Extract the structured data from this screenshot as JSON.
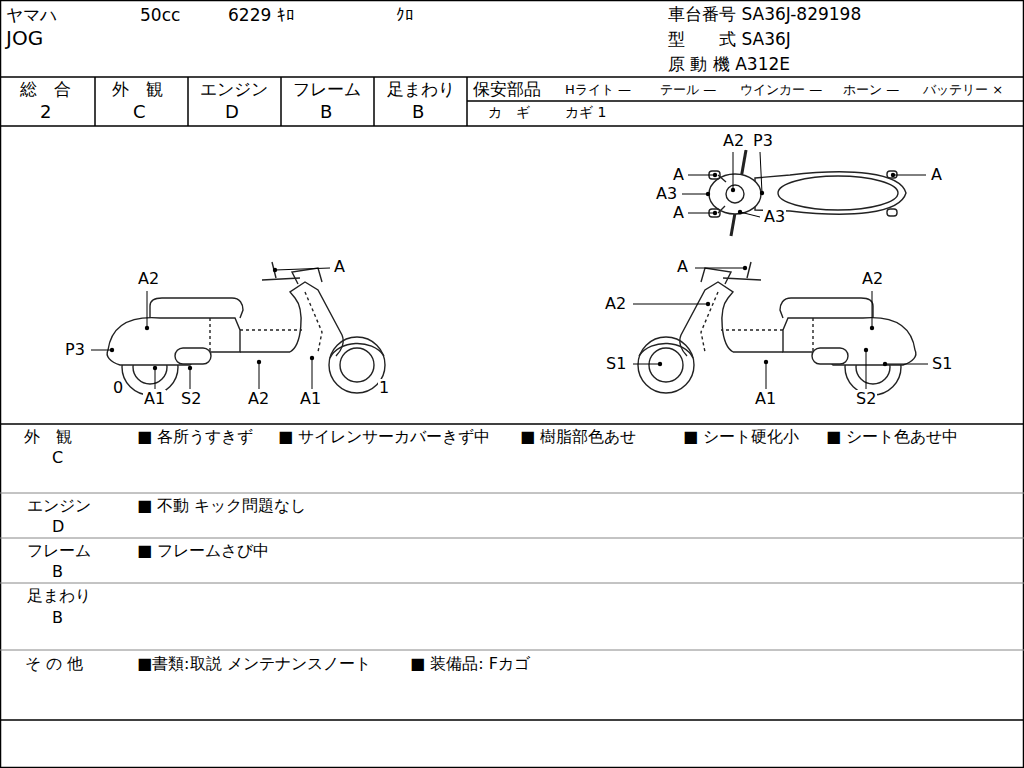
{
  "diagram": {
    "labels": [
      "ヤマハ",
      "50cc",
      "6229 ｷﾛ",
      "ｸﾛ",
      "JOG",
      "車台番号 SA36J-829198",
      "型　　式 SA36J",
      "原 動 機 A312E",
      "総　合",
      "2",
      "外　観",
      "C",
      "エンジン",
      "D",
      "フレーム",
      "B",
      "足まわり",
      "B",
      "保安部品",
      "Hライト —",
      "テール —",
      "ウインカー —",
      "ホーン —",
      "バッテリー ×",
      "カ　ギ",
      "カギ 1",
      "A2",
      "P3",
      "A",
      "A3",
      "A",
      "A3",
      "A",
      "A",
      "A2",
      "P3",
      "0",
      "A1",
      "S2",
      "A2",
      "A1",
      "1",
      "A",
      "A2",
      "A2",
      "S1",
      "S1",
      "A1",
      "S2",
      "外　観",
      "C",
      "■ 各所うすきず",
      "■ サイレンサーカバーきず中",
      "■ 樹脂部色あせ",
      "■ シート硬化小",
      "■ シート色あせ中",
      "エンジン",
      "D",
      "■ 不動 キック問題なし",
      "フレーム",
      "B",
      "■ フレームさび中",
      "足まわり",
      "B",
      "そ の 他",
      "■書類:取説 メンテナンスノート",
      "■ 装備品: Fカゴ"
    ]
  }
}
